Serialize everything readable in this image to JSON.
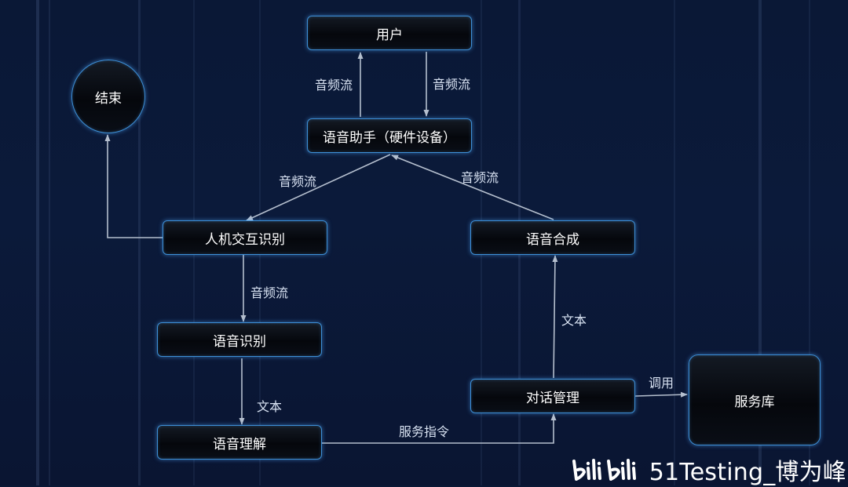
{
  "nodes": {
    "user": "用户",
    "assistant": "语音助手（硬件设备）",
    "end": "结束",
    "hci": "人机交互识别",
    "tts": "语音合成",
    "asr": "语音识别",
    "nlu": "语音理解",
    "dm": "对话管理",
    "service_lib": "服务库"
  },
  "edges": {
    "assistant_to_user": "音频流",
    "user_to_assistant": "音频流",
    "assistant_to_hci": "音频流",
    "tts_to_assistant": "音频流",
    "hci_to_asr": "音频流",
    "asr_to_nlu": "文本",
    "nlu_to_dm": "服务指令",
    "dm_to_tts": "文本",
    "dm_service": "调用"
  },
  "watermark": {
    "text": "51Testing_博为峰",
    "logo_text": "bilibili"
  },
  "colors": {
    "node_border": "#3d8fd6",
    "arrow": "#b5bfce",
    "background": "#0a1836"
  }
}
